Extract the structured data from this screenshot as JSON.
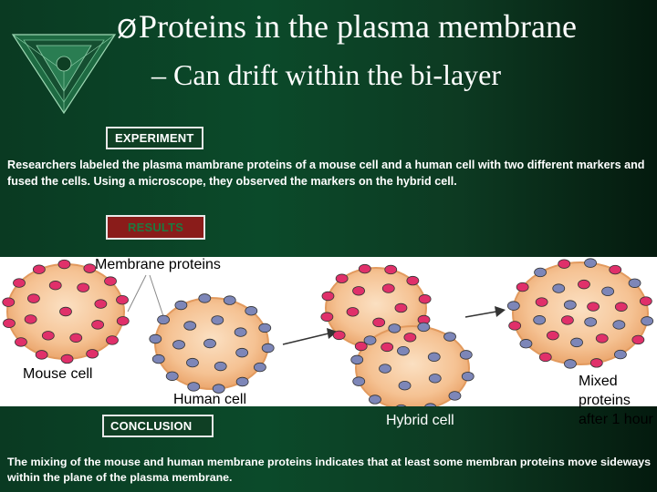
{
  "slide": {
    "title": "Proteins in the plasma membrane",
    "title_bullet": "Ø",
    "subtitle": "– Can drift within the bi-layer"
  },
  "experiment": {
    "label": "EXPERIMENT",
    "text": "Researchers labeled the plasma mambrane proteins of a mouse cell and a human cell with two different markers and fused the cells. Using a microscope, they observed the markers on the hybrid cell."
  },
  "results": {
    "label": "RESULTS"
  },
  "figure": {
    "membrane_label": "Membrane proteins",
    "mouse_label": "Mouse cell",
    "human_label": "Human cell",
    "hybrid_label": "Hybrid cell",
    "mixed_label": "Mixed proteins after 1 hour"
  },
  "conclusion": {
    "label": "CONCLUSION",
    "text": "The mixing of the mouse and human membrane proteins indicates that at least some membran proteins move sideways within the plane of  the plasma membrane."
  },
  "colors": {
    "mouse_protein": "#e0306a",
    "human_protein": "#7d86b8",
    "cell_fill": "#f4bf8e",
    "cell_edge": "#e8a870"
  }
}
